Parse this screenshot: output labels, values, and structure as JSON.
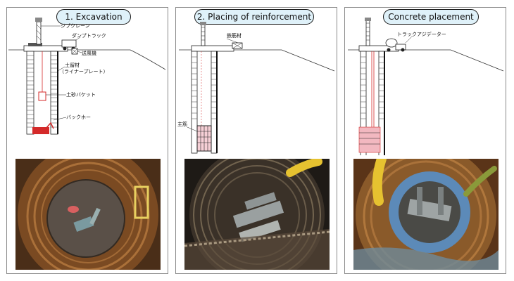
{
  "panels": [
    {
      "title": "1. Excavation",
      "labels": {
        "jib_crane": "ジブクレーン",
        "dump_truck": "ダンプトラック",
        "ventilator": "送風機",
        "retaining_1": "土留材",
        "retaining_2": "（ライナープレート）",
        "bucket": "土砂バケット",
        "backhoe": "バックホー"
      }
    },
    {
      "title": "2. Placing of reinforcement",
      "labels": {
        "rebar_material": "鉄筋材",
        "main_rebar": "主筋"
      }
    },
    {
      "title": "Concrete placement",
      "labels": {
        "agitator_truck": "トラックアジデーター"
      }
    }
  ],
  "colors": {
    "title_fill": "#dff1f9",
    "annotation_red": "#d42a2a",
    "concrete_pink": "#f2b8c0"
  }
}
